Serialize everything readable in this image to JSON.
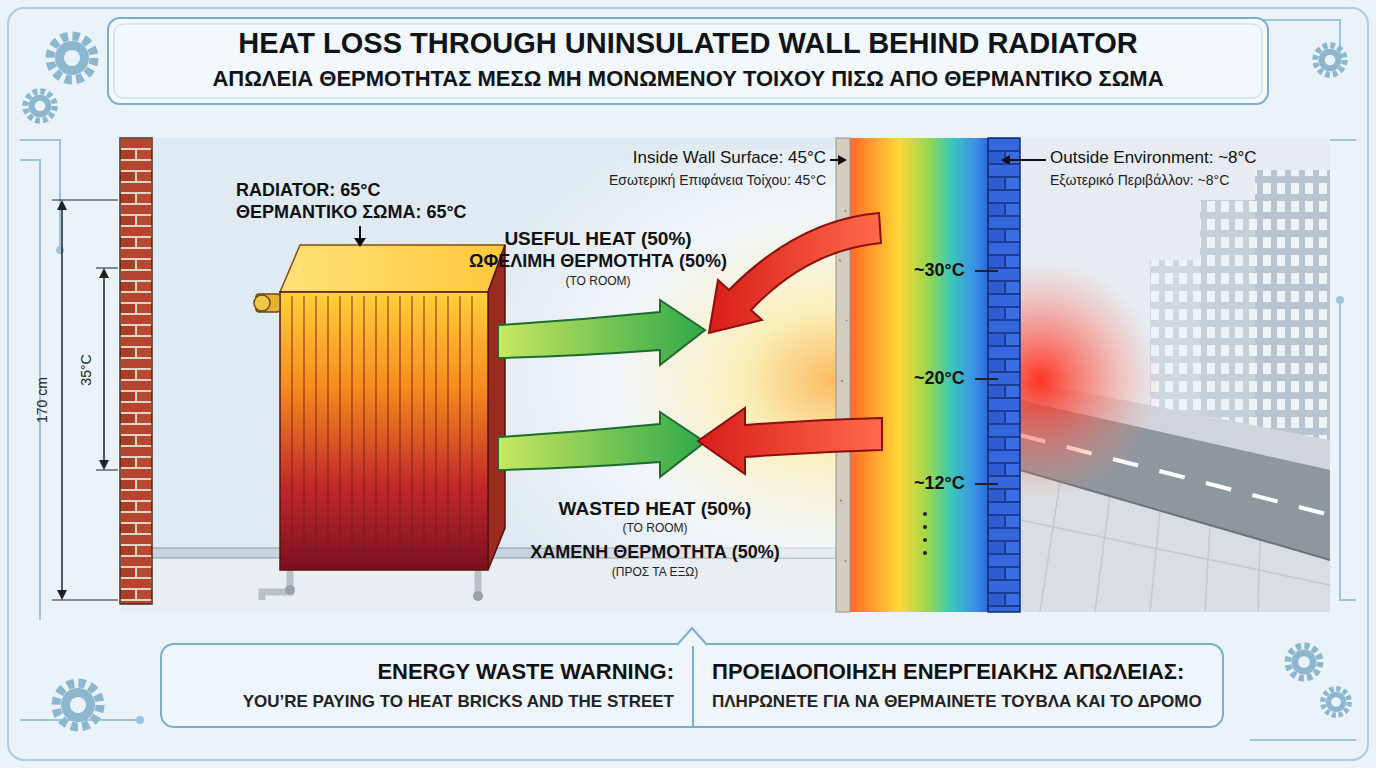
{
  "diagram": {
    "title": "HEAT LOSS THROUGH UNINSULATED WALL BEHIND RADIATOR",
    "nodes": [
      {
        "text": [
          "~30°C",
          "~20°C",
          "~12°C"
        ]
      },
      {
        "text": [
          "ENERGY WASTE WARNING:",
          "YOU’RE PAYING TO HEAT BRICKS AND THE STREET",
          "ΠΡΟΕΙΔΟΠΟΙΗΣΗ ΕΝΕΡΓΕΙΑΚΗΣ ΑΠΩΛΕΙΑΣ:",
          "ΠΛΗΡΩΝΕΤΕ ΓΙΑ ΝΑ ΘΕΡΜΑΙΝΕΤΕ ΤΟΥΒΛΑ ΚΑΙ ΤΟ ΔΡΟΜΟ"
        ]
      }
    ],
    "labels": [
      "ΑΠΩΛΕΙΑ ΘΕΡΜΟΤΗΤΑΣ ΜΕΣΩ ΜΗ ΜΟΝΩΜΕΝΟΥ ΤΟΙΧΟΥ ΠΙΣΩ ΑΠΟ ΘΕΡΜΑΝΤΙΚΟ ΣΩΜΑ",
      "RADIATOR: 65°C",
      "ΘΕΡΜΑΝΤΙΚΟ ΣΩΜΑ: 65°C",
      "170 cm",
      "35°C",
      "Inside Wall Surface: 45°C",
      "Εσωτερική Επιφάνεια Τοίχου: 45°C",
      "Outside Environment: ~8°C",
      "Εξωτερικό Περιβάλλον: ~8°C",
      "USEFUL HEAT (50%)",
      "ΩΦΕΛΙΜΗ ΘΕΡΜΟΤΗΤΑ (50%)",
      "(TO ROOM)",
      "WASTED HEAT (50%)",
      "(TO ROOM)",
      "ΧΑΜΕΝΗ ΘΕΡΜΟΤΗΤΑ (50%)",
      "(ΠΡΟΣ ΤΑ ΕΞΩ)"
    ]
  }
}
